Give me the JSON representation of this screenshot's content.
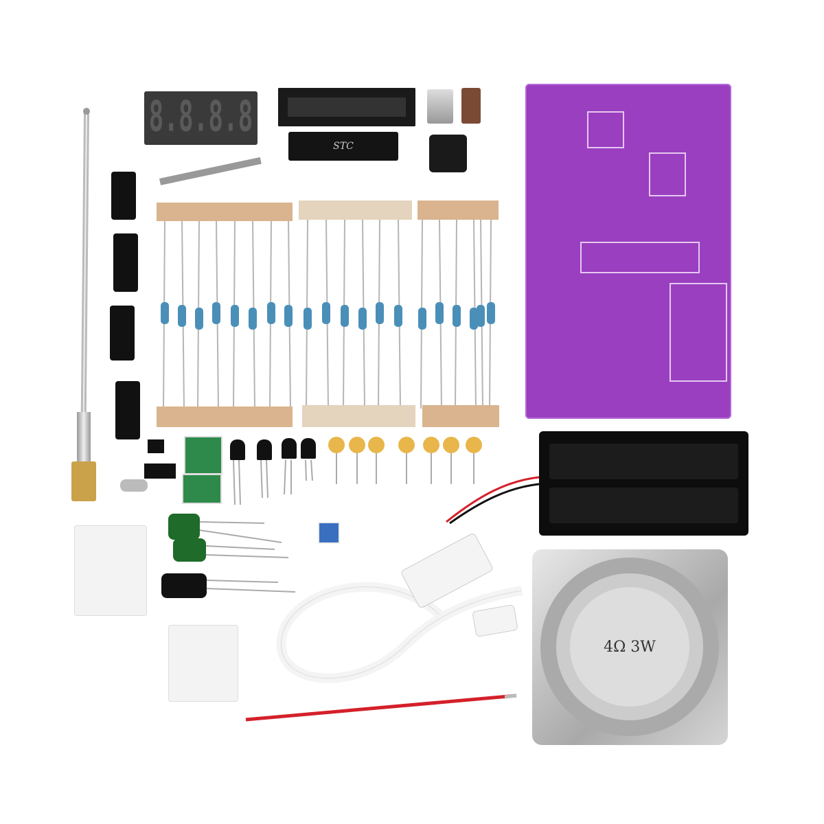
{
  "scene": {
    "description_labels": {
      "display_digits": "8.8.8.8",
      "chip_marking": "STC",
      "speaker_rating": "4Ω 3W"
    },
    "colors": {
      "pcb": "#9a3fc0",
      "resistor_body": "#4a8fb8",
      "ceramic_capacitor": "#e8b64a",
      "electrolytic_green": "#1f6b2a",
      "tape": "#d9b48e",
      "wire_red": "#d4202a"
    },
    "resistor_count": 20,
    "ceramic_capacitor_count": 7
  }
}
